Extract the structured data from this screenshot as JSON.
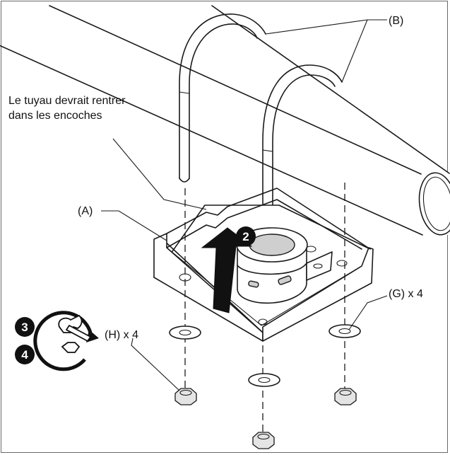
{
  "labels": {
    "pipe_note_line1": "Le tuyau devrait rentrer",
    "pipe_note_line2": "dans les encoches",
    "part_a": "(A)",
    "part_b": "(B)",
    "part_g": "(G) x 4",
    "part_h": "(H) x 4"
  },
  "steps": {
    "step2": "2",
    "step3": "3",
    "step4": "4"
  },
  "icons": [
    "up-arrow-icon",
    "wrench-rotate-icon",
    "hex-nut-icon",
    "washer-icon"
  ],
  "colors": {
    "line": "#1a1a1a",
    "arrow": "#111111",
    "badge": "#111111",
    "frame": "#6a6a6a",
    "fill_gray": "#cfcfcf"
  }
}
